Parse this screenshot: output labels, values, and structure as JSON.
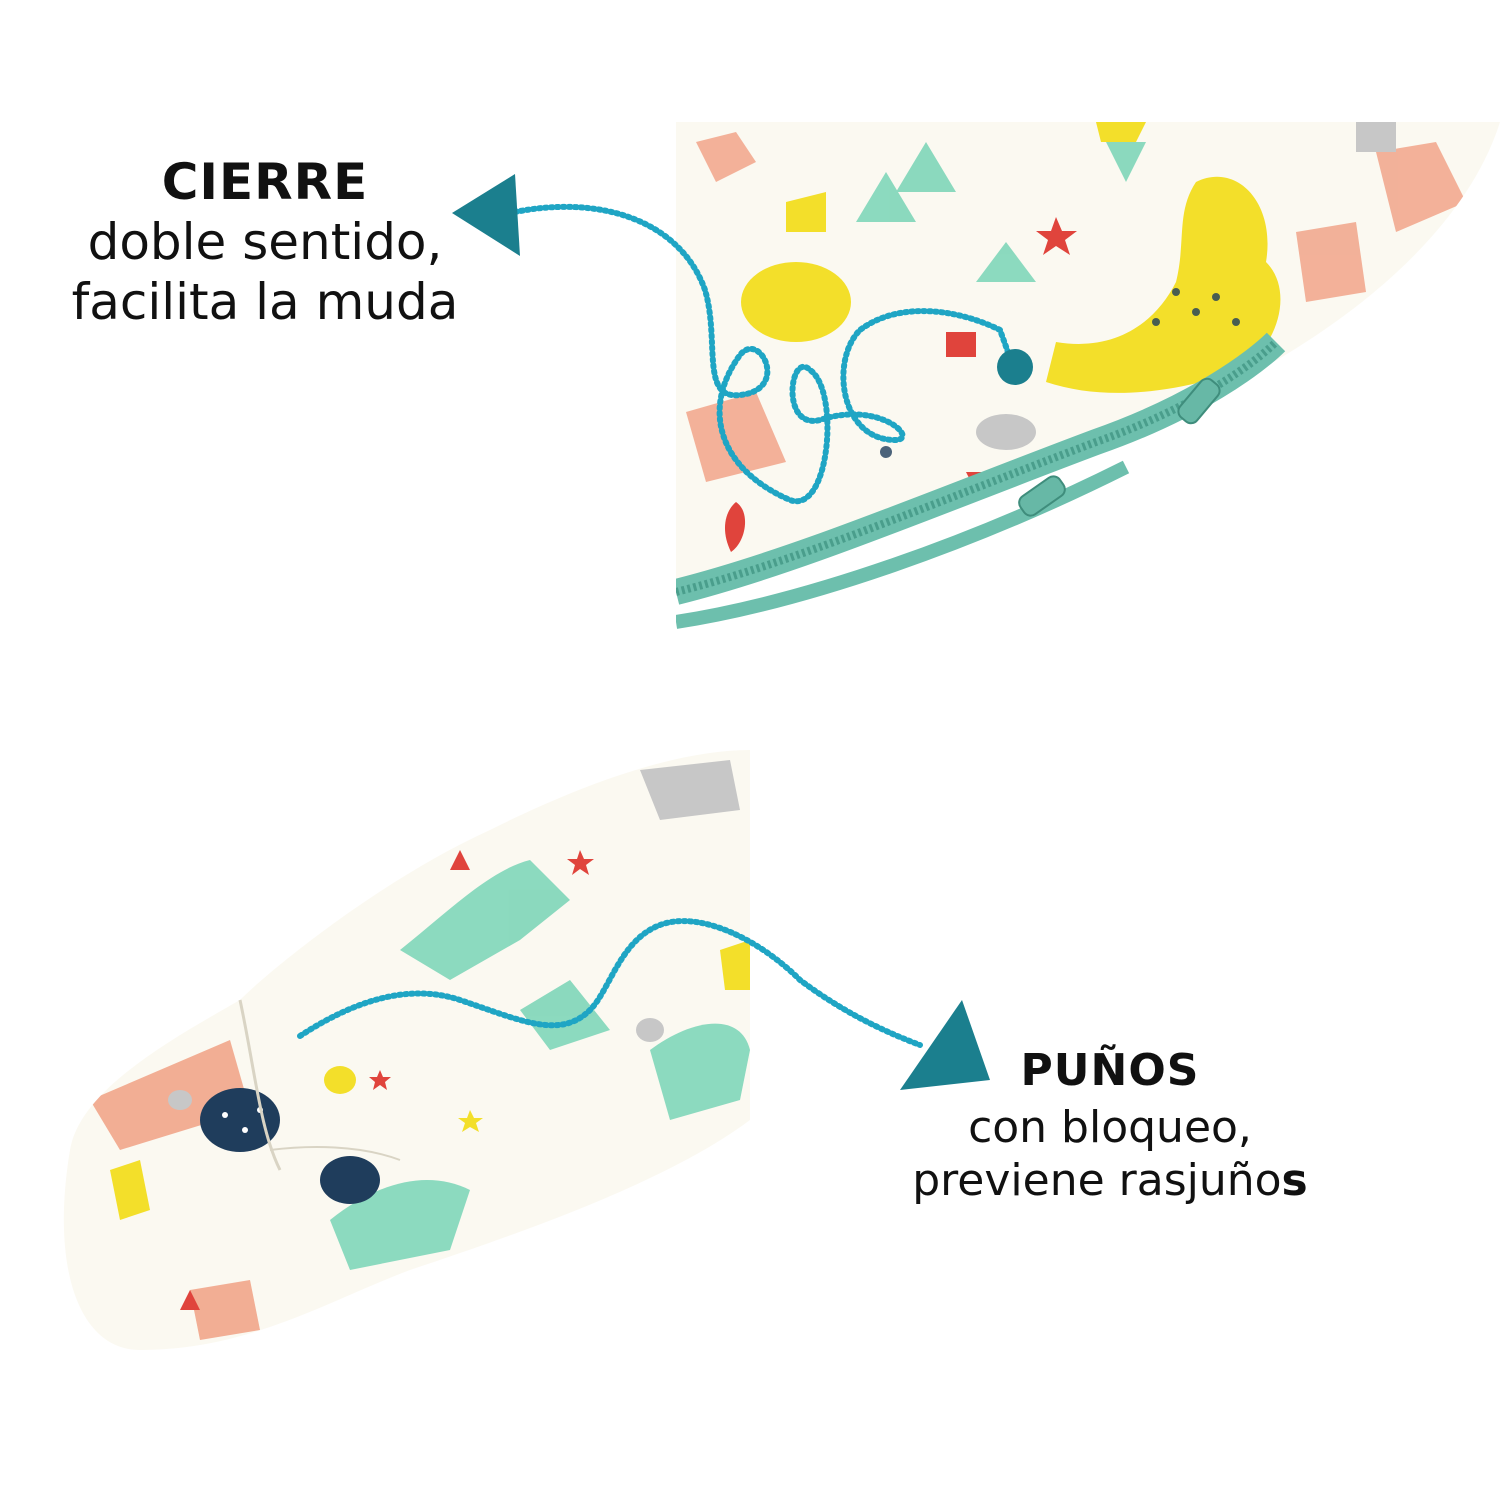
{
  "features": {
    "cierre": {
      "title": "CIERRE",
      "line1": "doble sentido,",
      "line2": "facilita la muda"
    },
    "punos": {
      "title": "PUÑOS",
      "line1": "con bloqueo,",
      "line2_main": "previene rasjuño",
      "line2_bold": "s"
    }
  },
  "colors": {
    "accent": "#1b7f8e",
    "dots": "#1fa5c4",
    "zipper": "#6dbfad",
    "fabric": "#fbf9f1"
  },
  "icons": [
    "arrow-head-icon",
    "zipper-icon",
    "sleeve-cuff-icon"
  ]
}
